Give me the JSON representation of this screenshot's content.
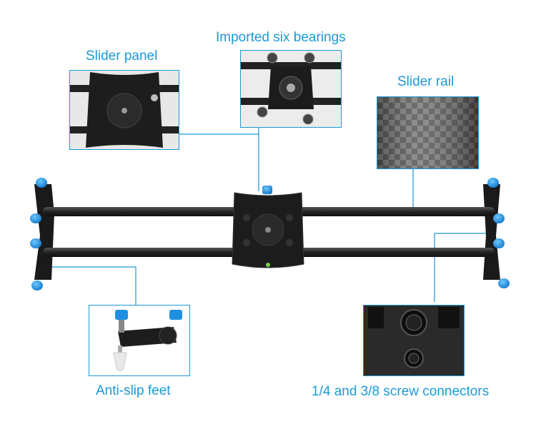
{
  "labels": {
    "slider_panel": "Slider panel",
    "bearings": "Imported six bearings",
    "slider_rail": "Slider rail",
    "feet": "Anti-slip feet",
    "screws": "1/4 and 3/8 screw connectors"
  },
  "colors": {
    "accent": "#1a9ad6",
    "knob": "#1e8fe0",
    "rail": "#2a2a2a",
    "panel": "#1c1c1c"
  }
}
